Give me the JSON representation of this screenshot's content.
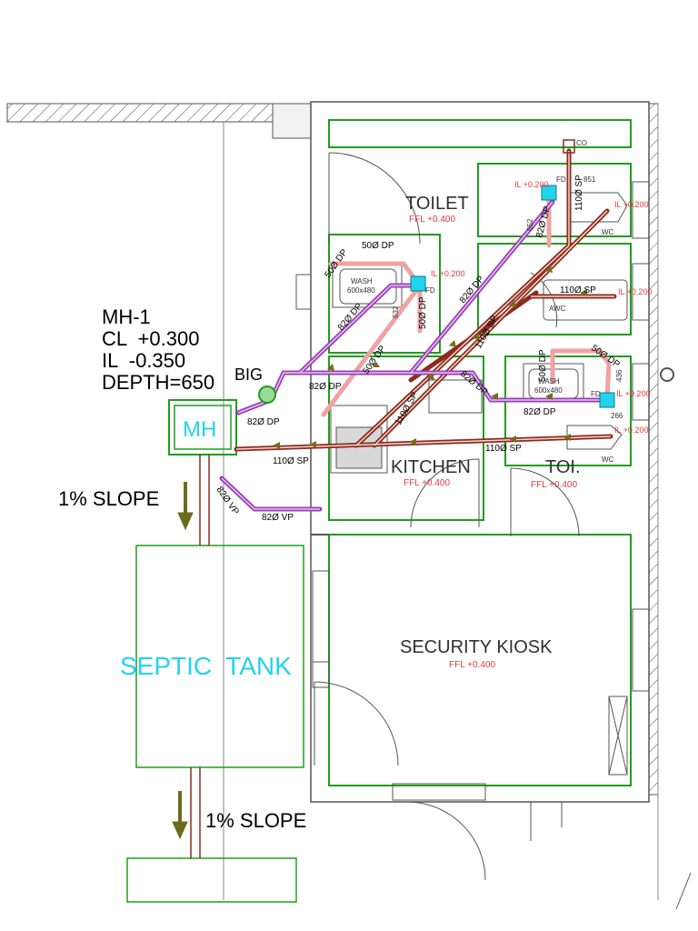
{
  "rooms": {
    "toilet": {
      "name": "TOILET",
      "ffl": "FFL +0.400"
    },
    "kitchen": {
      "name": "KITCHEN",
      "ffl": "FFL +0.400"
    },
    "toi": {
      "name": "TOI.",
      "ffl": "FFL +0.400"
    },
    "security": {
      "name": "SECURITY KIOSK",
      "ffl": "FFL +0.400"
    }
  },
  "manhole": {
    "title": "MH-1",
    "cl": "CL  +0.300",
    "il": "IL  -0.350",
    "depth": "DEPTH=650",
    "box_label": "MH",
    "big_label": "BIG"
  },
  "septic": {
    "label": "SEPTIC  TANK"
  },
  "slopes": {
    "upper": "1% SLOPE",
    "lower": "1% SLOPE"
  },
  "pipes": {
    "dp50_a": "50Ø DP",
    "dp50_b": "50Ø DP",
    "dp50_c": "50Ø DP",
    "dp50_d": "50Ø DP",
    "dp50_e": "50Ø DP",
    "dp50_f": "50Ø DP",
    "dp82_a": "82Ø DP",
    "dp82_b": "82Ø DP",
    "dp82_c": "82Ø DP",
    "dp82_d": "82Ø DP",
    "dp82_e": "82Ø DP",
    "dp82_f": "82Ø DP",
    "dp82_g": "82Ø DP",
    "sp110_a": "110Ø SP",
    "sp110_b": "110Ø SP",
    "sp110_c": "110Ø SP",
    "sp110_d": "110Ø SP",
    "sp110_e": "110Ø SP",
    "sp110_f": "110Ø SP",
    "vp82_a": "82Ø VP",
    "vp82_b": "82Ø VP"
  },
  "levels": {
    "il_toilet": "IL +0.200",
    "il_wash": "IL +0.200",
    "il_toi": "IL +0.200",
    "il_wc1": "IL +0.200",
    "il_wc2": "IL +0.200",
    "il_wc3": "IL +0.200"
  },
  "fixtures": {
    "wash1": "WASH",
    "wash1_size": "600x480",
    "wash2": "WASH",
    "wash2_size": "600x480",
    "wc1": "WC",
    "wc2": "WC",
    "awc": "AWC",
    "co": "CO",
    "fd1": "FD",
    "fd2": "FD",
    "fd3": "FD",
    "dim1": "652",
    "dim2": "632",
    "dim3": "436",
    "dim4": "851",
    "dim5": "266"
  },
  "colors": {
    "wall": "#1f9d1f",
    "soil_pipe": "#8b2c1c",
    "drain_pipe_light": "#f0a2a2",
    "vent_pipe": "#9a3fb4",
    "fitting": "#22d3ee",
    "arrow": "#7a6a1c",
    "level_text": "#e03a3a"
  }
}
